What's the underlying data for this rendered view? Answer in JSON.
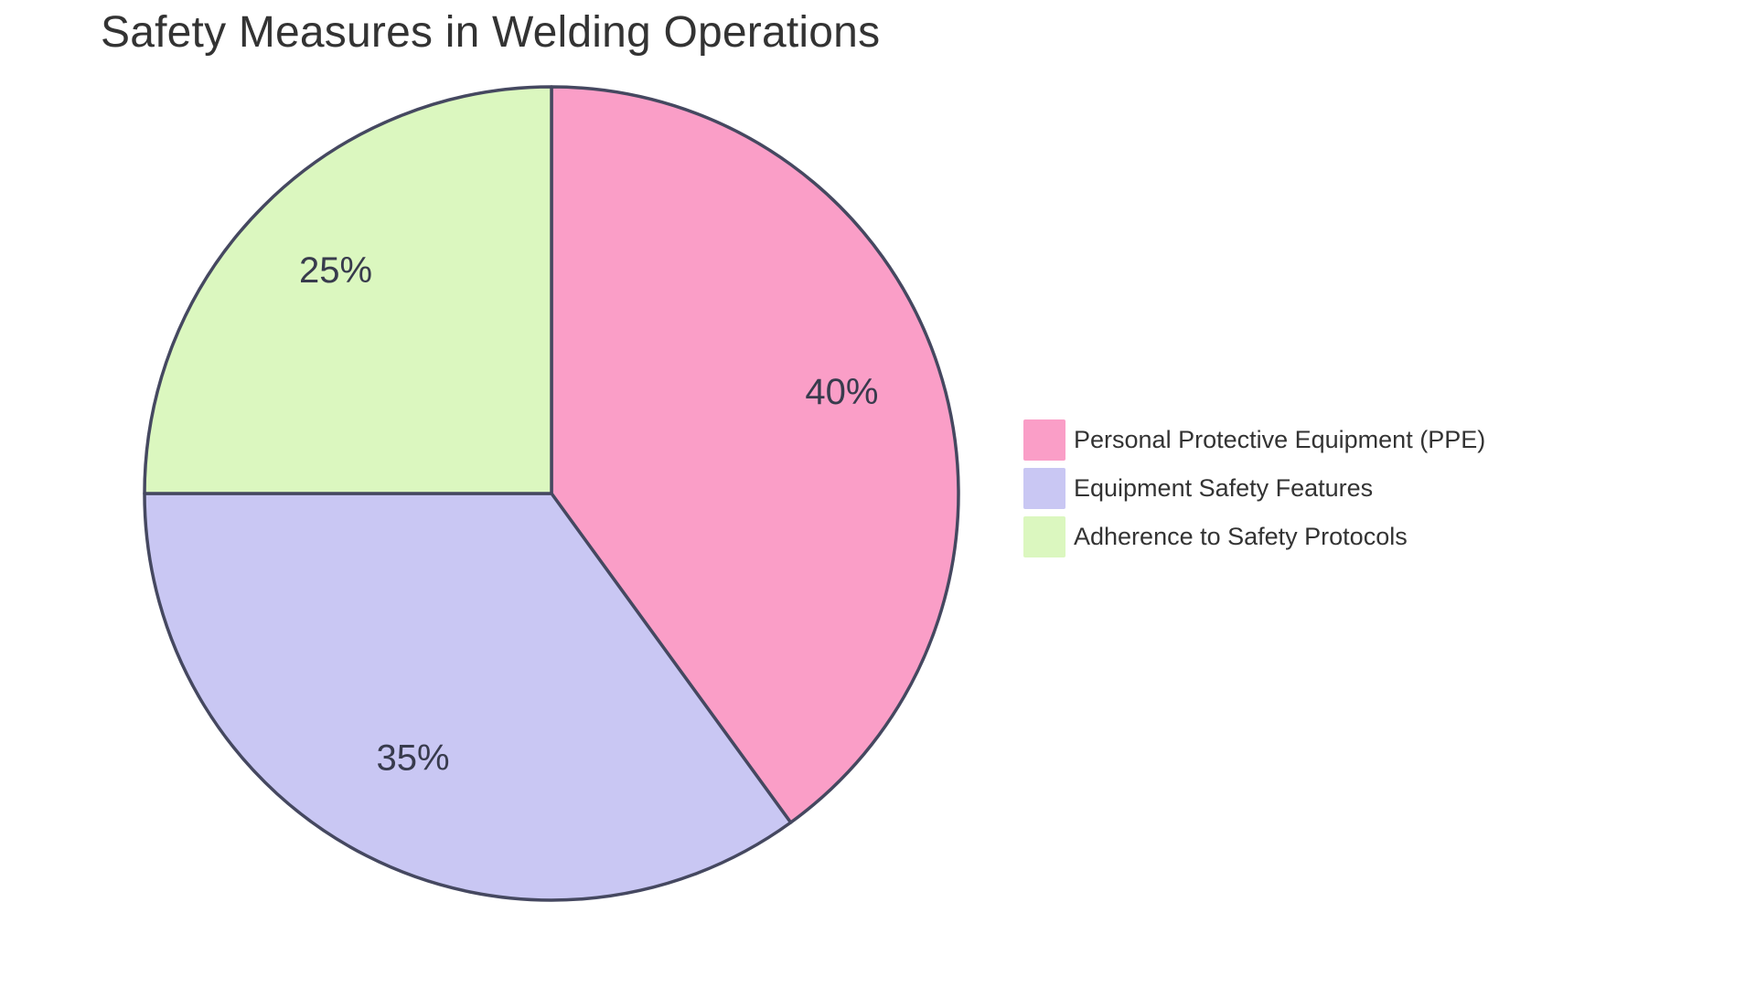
{
  "chart_data": {
    "type": "pie",
    "title": "Safety Measures in Welding Operations",
    "slices": [
      {
        "label": "Personal Protective Equipment (PPE)",
        "value": 40,
        "pct_label": "40%",
        "color": "#FA9EC7"
      },
      {
        "label": "Equipment Safety Features",
        "value": 35,
        "pct_label": "35%",
        "color": "#C9C7F3"
      },
      {
        "label": "Adherence to Safety Protocols",
        "value": 25,
        "pct_label": "25%",
        "color": "#DBF7BF"
      }
    ],
    "start_angle_deg": 0,
    "direction": "clockwise",
    "stroke_color": "#454860",
    "pct_label_color": "#383B4D",
    "title_color": "#333333",
    "legend": {
      "position": "right-middle",
      "text_color": "#333333"
    },
    "background_color": "#FFFFFF",
    "grid": false
  }
}
